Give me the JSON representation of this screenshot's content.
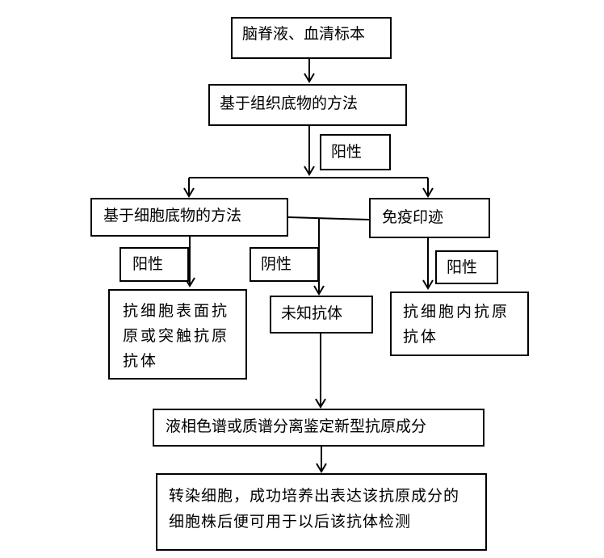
{
  "boxes": {
    "sample": "脑脊液、血清标本",
    "tissue_method": "基于组织底物的方法",
    "cell_method": "基于细胞底物的方法",
    "immunoblot": "免疫印迹",
    "surface_antigen": "抗细胞表面抗\n原或突触抗原\n抗体",
    "unknown_antibody": "未知抗体",
    "intracellular_antigen": "抗细胞内抗原\n抗体",
    "lc_ms": "液相色谱或质谱分离鉴定新型抗原成分",
    "transfection": "转染细胞，成功培养出表达该抗原成分的\n细胞株后便可用于以后该抗体检测"
  },
  "labels": {
    "positive_1": "阳性",
    "positive_2": "阳性",
    "negative": "阴性",
    "positive_3": "阳性"
  }
}
